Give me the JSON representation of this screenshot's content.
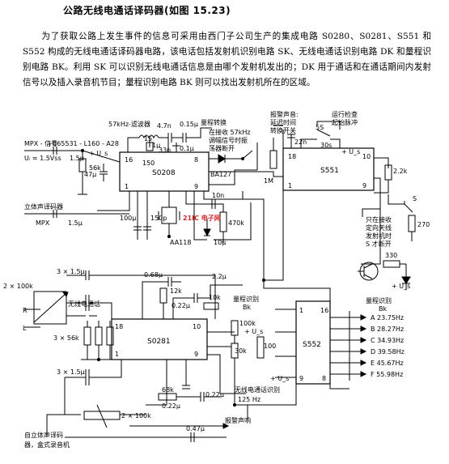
{
  "title": "公路无线电通话译码器(如图 15.23)",
  "description": "为了获取公路上发生事件的信息可采用由西门子公司生产的集成电路 S0280、S0281、S551 和 S552 构成的无线电通话译码器电路，该电话包括发射机识别电路 SK、无线电通话识别电路 DK 和量程识别电路 BK。利用 SK 可以识别无线电通话信息是由哪个发射机发出的；DK 用于通话和在通话期间内发射信号以及插入录音机节目；量程识别电路 BK 则可以找出发射机所在的区域。",
  "chips": {
    "s0208": "S0208",
    "s0281": "S0281",
    "s551": "S551",
    "s552": "S552",
    "ba127": "BA127",
    "aa118": "AA118"
  },
  "inputs": {
    "mpx_signal": "MPX - 信号",
    "ui_level": "Uᵢ ≈ 1.5Vss",
    "filter_chain": "+B65531 - L160 - A28",
    "stereo_decoder": "立体声译码器",
    "mpx": "MPX"
  },
  "annotations": {
    "filter": "57kHz-滤波器",
    "range_switch": "量程转换",
    "receive_57k_1": "在接收 57kHz",
    "receive_57k_2": "调幅信号时振",
    "receive_57k_3": "荡器断开",
    "alarm_1": "报警声音:",
    "alarm_2": "延迟时间",
    "alarm_3": "转换开关",
    "run_check_1": "运行检查",
    "run_check_2": "起始脉冲",
    "s_receive_1": "只在接收",
    "s_receive_2": "定向天线",
    "s_receive_3": "发射机时",
    "s_receive_4": "S 才断开",
    "radio_call": "无线电通话",
    "range_id": "量程识别",
    "bk": "Bk",
    "bk2": "量程识别",
    "bk2b": "Bk",
    "radio_id_1": "无线电通话识别",
    "radio_id_2": "125 Hz",
    "alarm_sound": "报警声响",
    "auto_1": "自立体声译码",
    "auto_2": "器，盒式录音机",
    "r": "R",
    "l": "L"
  },
  "components": {
    "c_1u5": "1.5μ",
    "c_1u5b": "1.5μ",
    "c_015": "0.15μ",
    "c_4n7": "4.7n",
    "c_33n": "33n",
    "c_1u": "1μ",
    "c_01": "0.1μ",
    "r_15": "15",
    "r_150": "150",
    "c_47u": "47μ",
    "r_56k": "56k",
    "r_1m": "1M",
    "c_22n": "22n",
    "c_30s": "30s",
    "c_5s": "5S",
    "r_2k2": "2.2k",
    "r_270": "270",
    "r_330": "330",
    "c_100u": "100μ",
    "c_150p": "150p",
    "c_10n": "10n",
    "r_470k": "470k",
    "c_10u": "10μ",
    "pot_2x100k": "2 × 100k",
    "c_3x15": "3 × 1.5μ",
    "c_3x15b": "3 × 1.5μ",
    "r_3x56k": "3 × 56k",
    "c_068": "0.68μ",
    "r_12k": "12k",
    "c_022": "0.22μ",
    "c_22u": "2.2μ",
    "r_10k": "10k",
    "r_100k": "100k",
    "r_30k": "30k",
    "r_100": "100",
    "r_68k": "68k",
    "c_022b": "0.22μ",
    "c_022c": "0.22μ",
    "r_2x100k": "2 × 100k",
    "c_047": "0.47μ",
    "s": "S",
    "plus_us": "+ U_s"
  },
  "range_freqs": [
    "A 23.75Hz",
    "B 28.27Hz",
    "C 34.93Hz",
    "D 39.58Hz",
    "E 45.67Hz",
    "F 55.98Hz"
  ],
  "watermark": "21IC 电子网"
}
